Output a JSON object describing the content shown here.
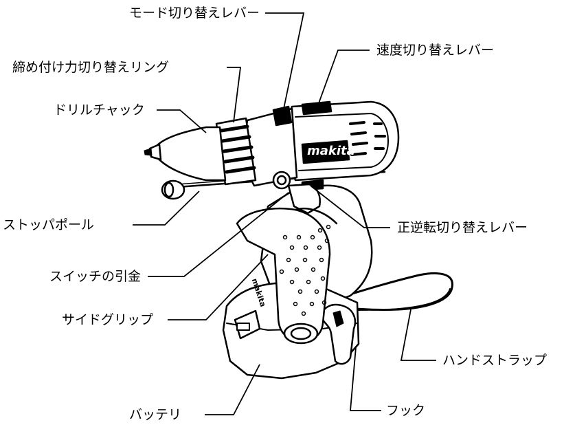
{
  "labels": {
    "mode_lever": "モード切り替えレバー",
    "speed_lever": "速度切り替えレバー",
    "torque_ring": "締め付け力切り替えリング",
    "drill_chuck": "ドリルチャック",
    "stopper_pole": "ストッパポール",
    "direction_lever": "正逆転切り替えレバー",
    "trigger": "スイッチの引金",
    "side_grip": "サイドグリップ",
    "hand_strap": "ハンドストラップ",
    "battery": "バッテリ",
    "hook": "フック"
  },
  "brand": {
    "logo_text": "makita",
    "grip_text": "makita"
  },
  "colors": {
    "line": "#000000",
    "background": "#ffffff",
    "fill": "#ffffff"
  }
}
